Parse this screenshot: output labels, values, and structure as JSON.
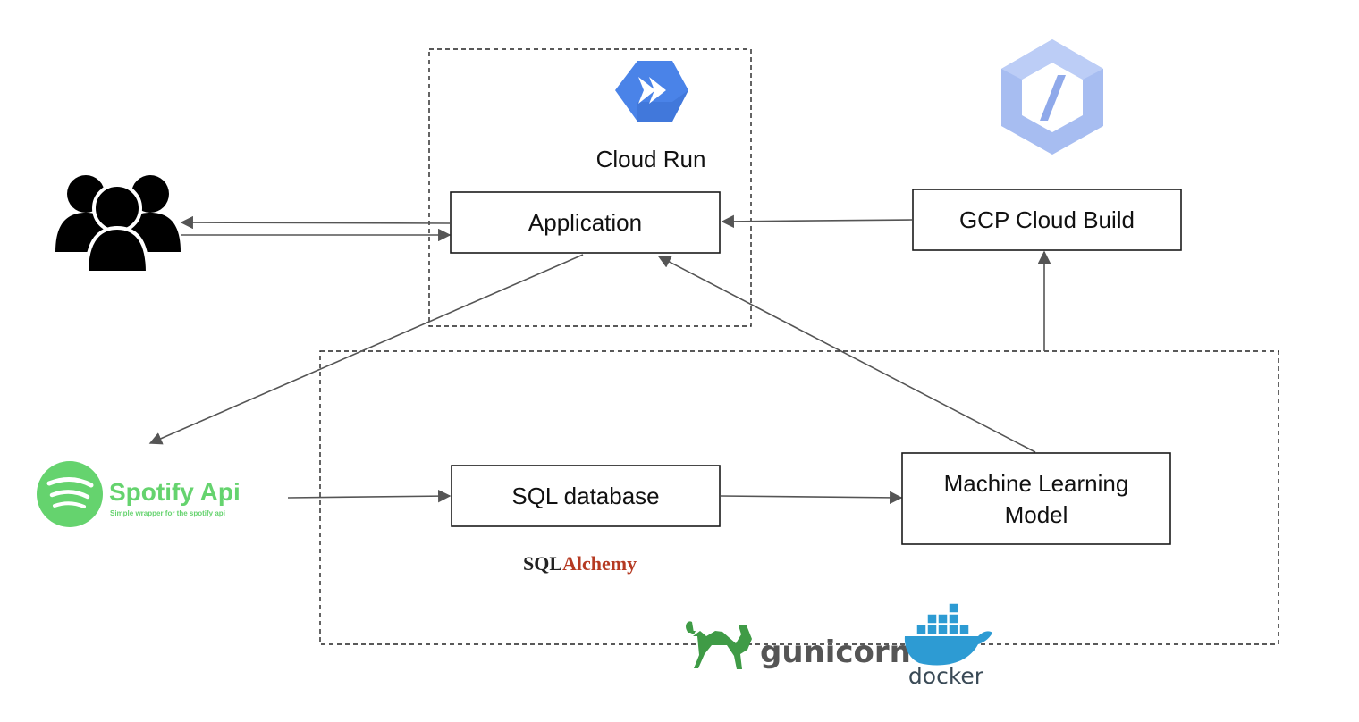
{
  "nodes": {
    "application": "Application",
    "gcp_cloud_build": "GCP Cloud Build",
    "sql_database": "SQL database",
    "ml_model_line1": "Machine Learning",
    "ml_model_line2": "Model"
  },
  "labels": {
    "cloud_run": "Cloud Run"
  },
  "logos": {
    "spotify_title": "Spotify Api",
    "spotify_subtitle": "Simple wrapper for the spotify api",
    "sqlalchemy_sql": "SQL",
    "sqlalchemy_alchemy": "Alchemy",
    "gunicorn": "gunicorn",
    "docker": "docker"
  },
  "icons": {
    "users": "users-group-icon",
    "cloud_run": "cloud-run-icon",
    "cloud_build": "cloud-build-icon",
    "spotify": "spotify-icon",
    "gunicorn": "unicorn-icon",
    "docker": "docker-whale-icon"
  },
  "colors": {
    "cloud_run_blue": "#4a83e8",
    "cloud_build_blue": "#a7bdf1",
    "spotify_green": "#65d36e",
    "sqlalchemy_red": "#b53a22",
    "gunicorn_green": "#3f9b46",
    "docker_blue": "#2d9bd3",
    "edge_gray": "#555555"
  }
}
